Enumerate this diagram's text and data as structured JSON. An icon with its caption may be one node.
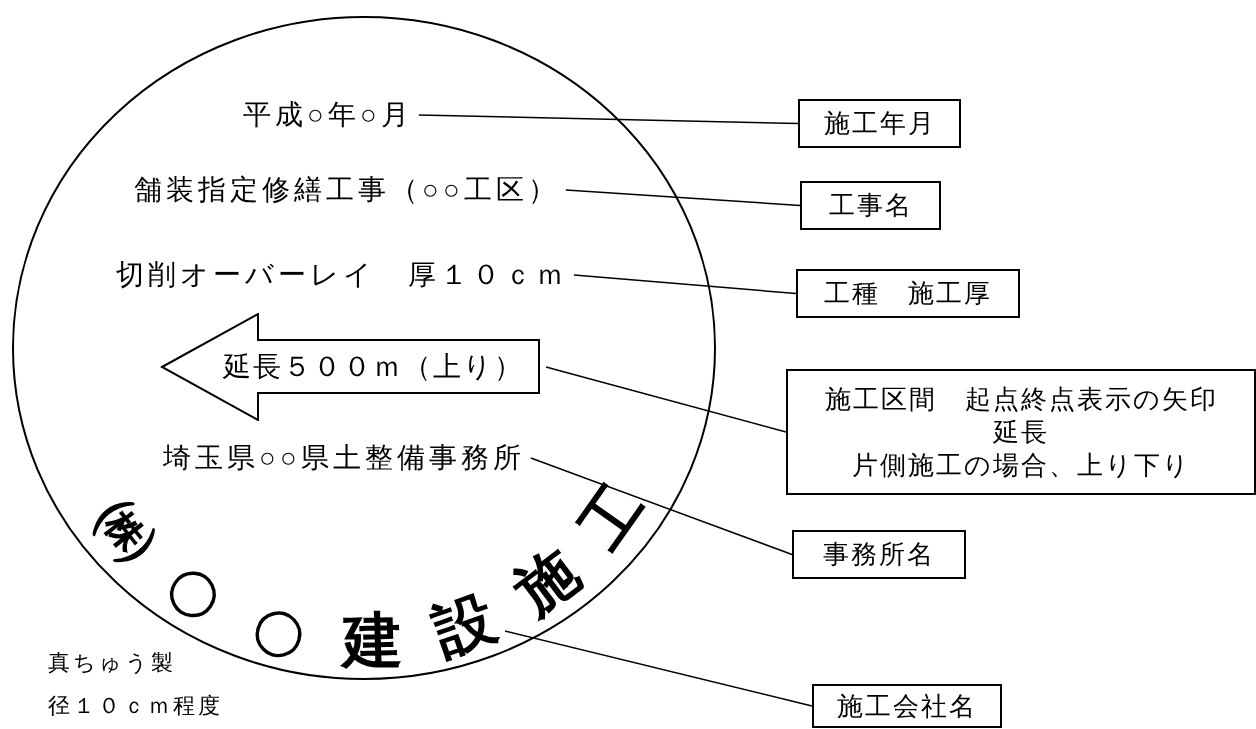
{
  "diagram": {
    "nodes": [
      {
        "text": [],
        "shape": "circle"
      },
      {
        "text": [
          "平成○年○月"
        ],
        "in": 0
      },
      {
        "text": [
          "舗装指定修繕工事（○○工区）"
        ],
        "in": 0
      },
      {
        "text": [
          "切削オーバーレイ　厚１０ｃｍ"
        ],
        "in": 0
      },
      {
        "text": [
          "延長５００ｍ（上り）"
        ],
        "in": 0
      },
      {
        "text": [
          "埼玉県○○県土整備事務所"
        ],
        "in": 0
      },
      {
        "text": [
          "㈱○○建設施工"
        ],
        "in": 0
      },
      {
        "text": [
          "施工年月"
        ]
      },
      {
        "text": [
          "工事名"
        ]
      },
      {
        "text": [
          "工種　施工厚"
        ]
      },
      {
        "text": [
          "施工区間　起点終点表示の矢印延長片側施工の場合、上り下り"
        ]
      },
      {
        "text": [
          "事務所名"
        ]
      },
      {
        "text": [
          "施工会社名"
        ]
      }
    ],
    "edges": [
      {
        "from": 1,
        "to": 7,
        "arrow": "none"
      },
      {
        "from": 2,
        "to": 8,
        "arrow": "none"
      },
      {
        "from": 3,
        "to": 9,
        "arrow": "none"
      },
      {
        "from": 4,
        "to": 10,
        "arrow": "none"
      },
      {
        "from": 5,
        "to": 11,
        "arrow": "none"
      },
      {
        "from": 6,
        "to": 12,
        "arrow": "none"
      }
    ],
    "labels": [
      "真ちゅう製",
      "径１０ｃｍ程度"
    ]
  }
}
